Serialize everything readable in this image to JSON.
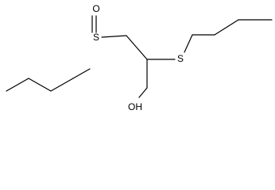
{
  "structure": {
    "atoms": {
      "sulfoxide_sulfur": "S",
      "sulfoxide_oxygen": "O",
      "thioether_sulfur": "S",
      "hydroxyl": "OH"
    },
    "colors": {
      "bond": "#000000",
      "label": "#000000",
      "background": "#ffffff"
    }
  }
}
